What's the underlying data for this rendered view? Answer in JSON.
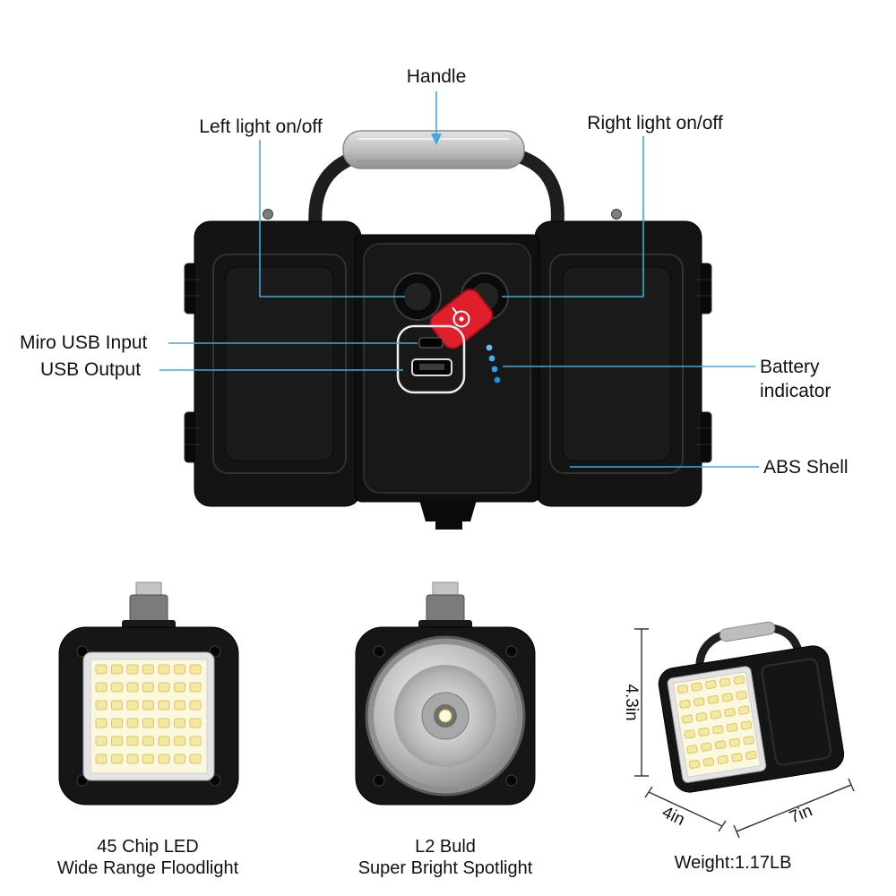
{
  "colors": {
    "callout_line": "#43a8dc",
    "accent_red": "#e01f2a",
    "battery_led": "#2aa0e8",
    "body_black": "#151515"
  },
  "callouts": {
    "handle": "Handle",
    "left_light": "Left light on/off",
    "right_light": "Right light on/off",
    "miro_usb": "Miro USB Input",
    "usb_output": "USB Output",
    "battery_line1": "Battery",
    "battery_line2": "indicator",
    "abs_shell": "ABS Shell"
  },
  "figures": {
    "floodlight": {
      "line1": "45 Chip LED",
      "line2": "Wide Range Floodlight"
    },
    "spotlight": {
      "line1": "L2 Buld",
      "line2": "Super Bright Spotlight"
    },
    "dimensions": {
      "height": "4.3in",
      "depth": "4in",
      "width": "7in"
    },
    "weight": "Weight:1.17LB"
  }
}
